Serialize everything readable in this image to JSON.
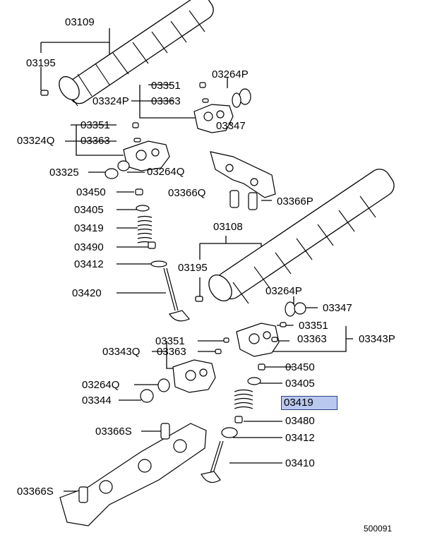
{
  "labels": {
    "p03109": "03109",
    "p03195a": "03195",
    "p03351a": "03351",
    "p03264Pa": "03264P",
    "p03324P": "03324P",
    "p03363a": "03363",
    "p03347a": "03347",
    "p03351b": "03351",
    "p03324Q": "03324Q",
    "p03363b": "03363",
    "p03325": "03325",
    "p03264Qa": "03264Q",
    "p03450a": "03450",
    "p03366Q": "03366Q",
    "p03366P": "03366P",
    "p03405a": "03405",
    "p03419a": "03419",
    "p03108": "03108",
    "p03490": "03490",
    "p03412a": "03412",
    "p03195b": "03195",
    "p03420": "03420",
    "p03264Pb": "03264P",
    "p03347b": "03347",
    "p03351c": "03351",
    "p03351d": "03351",
    "p03363c": "03363",
    "p03343P": "03343P",
    "p03343Q": "03343Q",
    "p03363d": "03363",
    "p03450b": "03450",
    "p03264Qb": "03264Q",
    "p03405b": "03405",
    "p03344": "03344",
    "p03419b": "03419",
    "p03480": "03480",
    "p03366S_a": "03366S",
    "p03412b": "03412",
    "p03410": "03410",
    "p03366S_b": "03366S"
  },
  "figure_number": "500091",
  "highlight_color": "#b9c8ee"
}
